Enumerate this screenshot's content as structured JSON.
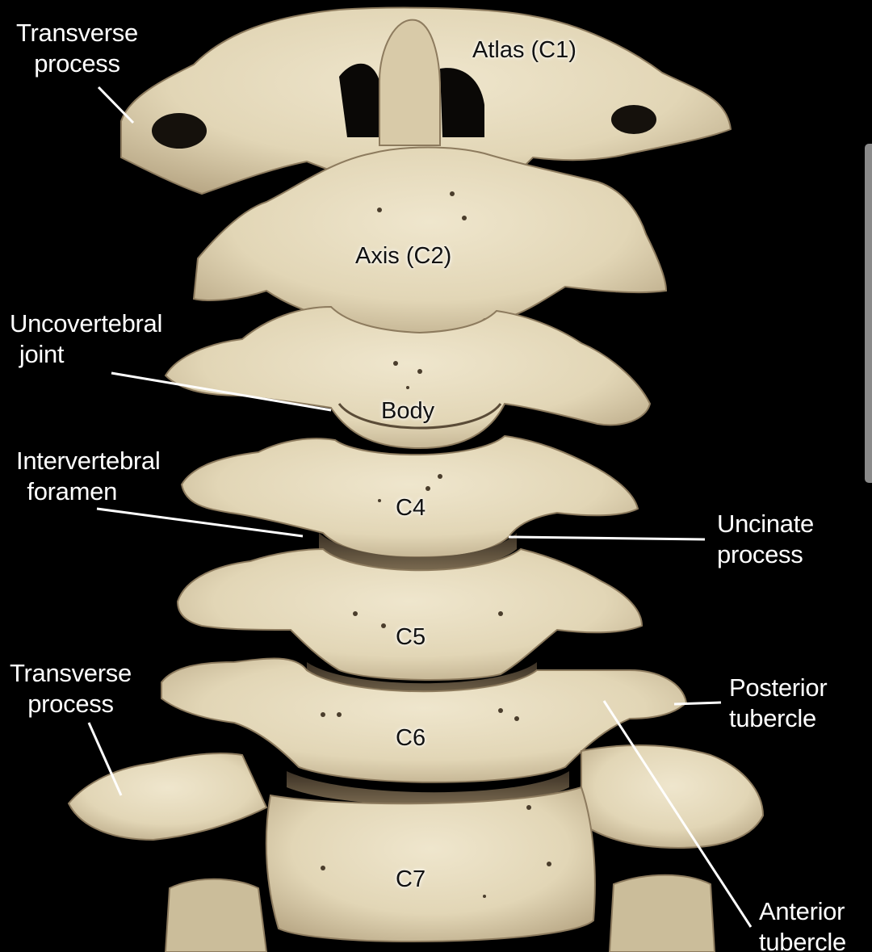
{
  "labels": {
    "transverse_process_top": [
      "Transverse",
      "process"
    ],
    "atlas": "Atlas (C1)",
    "axis": "Axis (C2)",
    "uncovertebral_joint": [
      "Uncovertebral",
      "joint"
    ],
    "body": "Body",
    "intervertebral_foramen": [
      "Intervertebral",
      "foramen"
    ],
    "c4": "C4",
    "uncinate_process": [
      "Uncinate",
      "process"
    ],
    "c5": "C5",
    "transverse_process_bottom": [
      "Transverse",
      "process"
    ],
    "c6": "C6",
    "posterior_tubercle": [
      "Posterior",
      "tubercle"
    ],
    "c7": "C7",
    "anterior_tubercle": [
      "Anterior",
      "tubercle"
    ]
  },
  "colors": {
    "background": "#000000",
    "bone": "#e6dcc0",
    "bone_shadow": "#a8977a",
    "label_text": "#ffffff",
    "leader_line": "#ffffff"
  }
}
